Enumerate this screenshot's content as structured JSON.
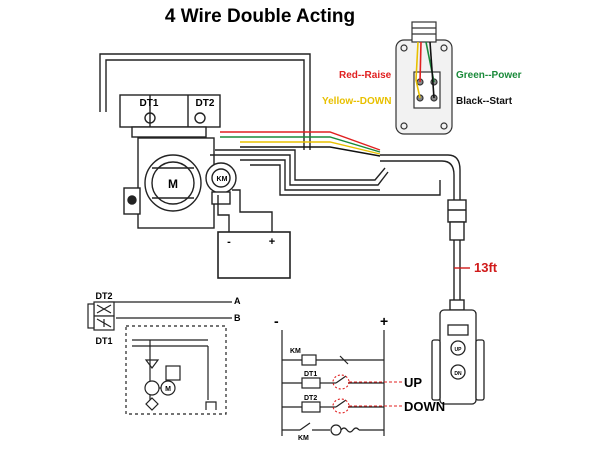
{
  "title": "4 Wire Double Acting",
  "wire_legend": {
    "red": {
      "label": "Red--Raise",
      "color": "#e02020"
    },
    "green": {
      "label": "Green--Power",
      "color": "#1a8a3a"
    },
    "yellow": {
      "label": "Yellow--DOWN",
      "color": "#e8c000"
    },
    "black": {
      "label": "Black--Start",
      "color": "#111111"
    }
  },
  "solenoids": {
    "dt1": "DT1",
    "dt2": "DT2"
  },
  "motor_label": "M",
  "relay_label": "KM",
  "battery": {
    "negative": "-",
    "positive": "+"
  },
  "cable_length": {
    "label": "13ft",
    "color": "#d01a1a"
  },
  "remote": {
    "up": "UP",
    "down": "DN"
  },
  "hydraulic": {
    "port_a": "A",
    "port_b": "B",
    "valve_top": "DT2",
    "valve_bottom": "DT1",
    "motor": "M"
  },
  "ladder": {
    "minus": "-",
    "plus": "+",
    "km_coil": "KM",
    "dt1": "DT1",
    "dt2": "DT2",
    "km_bottom": "KM",
    "up_label": "UP",
    "down_label": "DOWN",
    "callout_color": "#e02020"
  }
}
